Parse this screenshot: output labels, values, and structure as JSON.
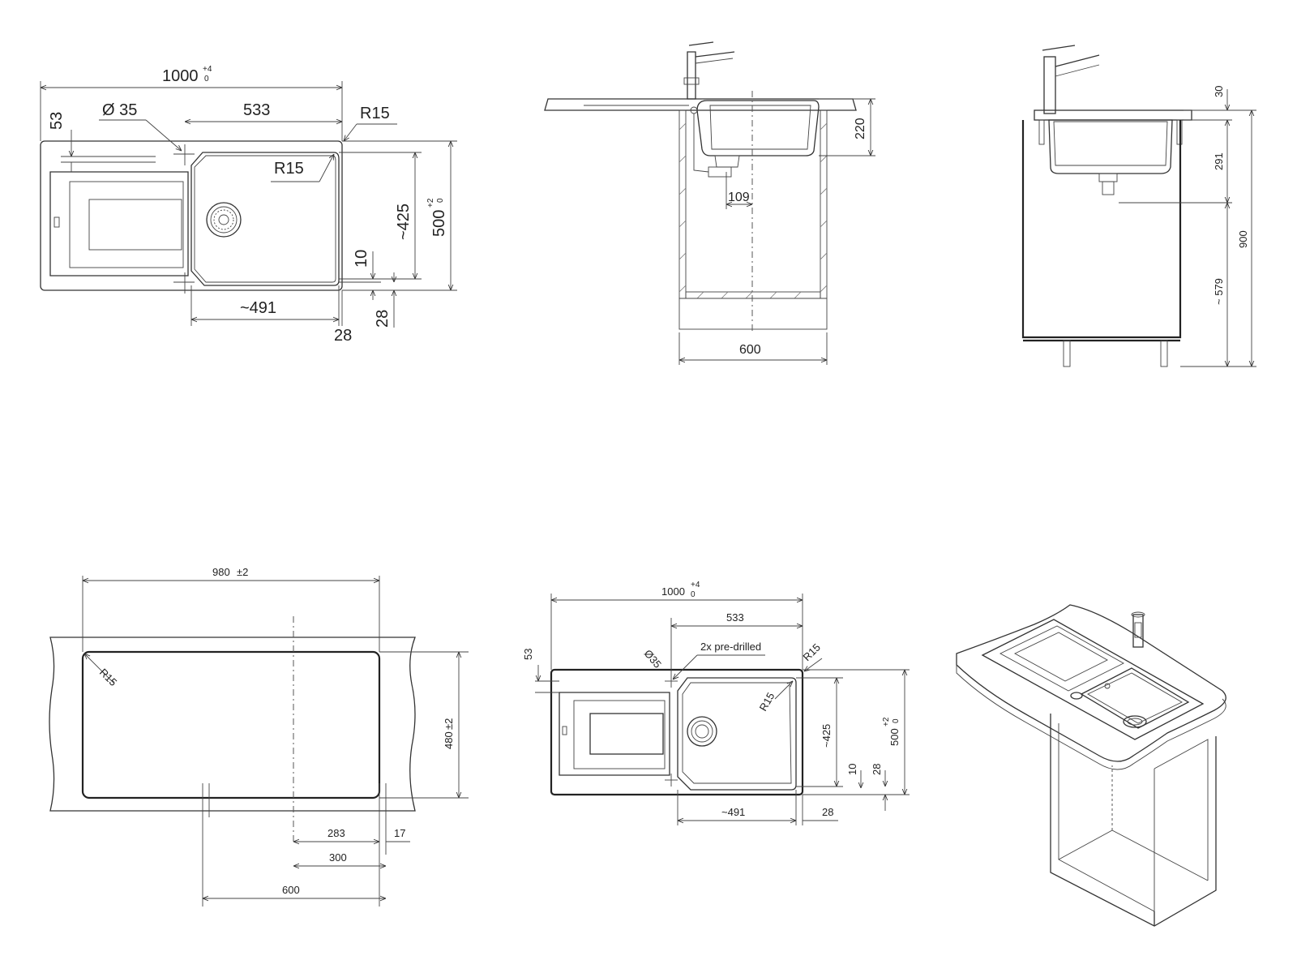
{
  "top_plan": {
    "width": "1000",
    "width_tol_upper": "+4",
    "width_tol_lower": "0",
    "hole_diameter": "Ø 35",
    "bowl_width": "533",
    "radius_corner": "R15",
    "radius_bowl": "R15",
    "offset_53": "53",
    "bowl_depth": "~425",
    "depth": "500",
    "depth_tol_upper": "+2",
    "depth_tol_lower": "0",
    "edge_10": "10",
    "edge_28_v": "28",
    "bowl_length": "~491",
    "edge_28_h": "28"
  },
  "side_section": {
    "depth_220": "220",
    "drain_109": "109",
    "cabinet_600": "600"
  },
  "front_section": {
    "rim_30": "30",
    "bowl_291": "291",
    "total_900": "900",
    "below_579": "~ 579"
  },
  "cutout": {
    "width": "980",
    "width_tol": "±2",
    "depth": "480",
    "depth_tol": "±2",
    "radius": "R15",
    "offset_283": "283",
    "offset_17": "17",
    "offset_300": "300",
    "cabinet_600": "600"
  },
  "small_plan": {
    "width": "1000",
    "width_tol_upper": "+4",
    "width_tol_lower": "0",
    "bowl_width": "533",
    "offset_53": "53",
    "hole_diameter": "Ø35",
    "pre_drilled": "2x pre-drilled",
    "radius_corner": "R15",
    "radius_bowl": "R15",
    "bowl_depth": "~425",
    "depth": "500",
    "depth_tol_upper": "+2",
    "depth_tol_lower": "0",
    "edge_10": "10",
    "edge_28_v": "28",
    "bowl_length": "~491",
    "edge_28_h": "28"
  }
}
